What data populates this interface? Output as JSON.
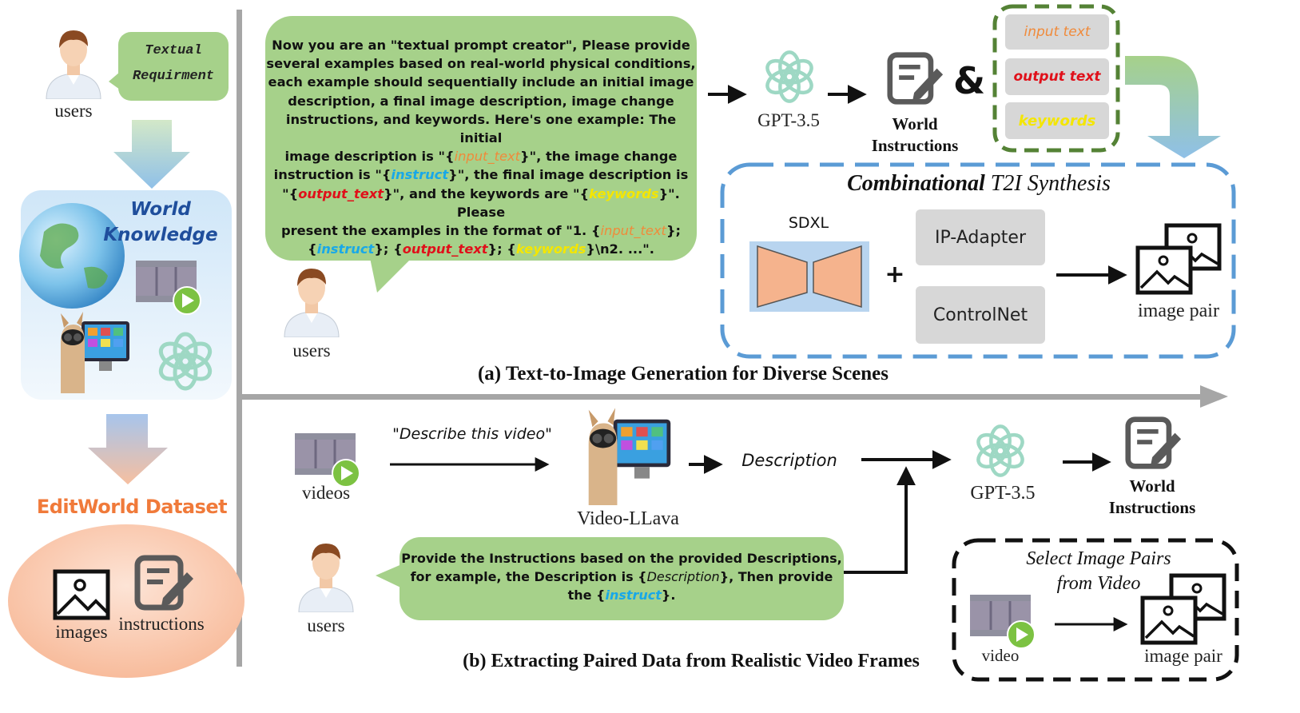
{
  "colors": {
    "bubble": "#a6d18a",
    "blue_dash": "#5b9bd5",
    "green_dash": "#548235",
    "gray_box": "#d7d7d7",
    "dataset_title": "#f07a3a",
    "sdxl_fill": "#f5b38d",
    "sdxl_bg": "#b8d4ef"
  },
  "icons": {
    "user": "user-avatar-icon",
    "gpt": "openai-logo-icon",
    "instructions": "edit-document-icon",
    "video": "video-clip-icon",
    "image": "image-icon",
    "image_pair": "image-pair-icon",
    "llama": "llama-computer-icon",
    "globe": "globe-icon"
  },
  "left_panel": {
    "user_label": "users",
    "requirement_line1": "Textual",
    "requirement_line2": "Requirment",
    "world_knowledge_line1": "World",
    "world_knowledge_line2": "Knowledge",
    "dataset_title": "EditWorld Dataset",
    "images_label": "images",
    "instructions_label": "instructions"
  },
  "top_section": {
    "prompt": {
      "line1": "Now you are an \"textual prompt creator\", Please provide",
      "line2": "several examples based on real-world physical conditions,",
      "line3": "each example should sequentially include an initial image",
      "line4": "description, a final image description, image change",
      "line5": "instructions, and keywords. Here's one example: The initial",
      "line6_a": "image description is \"{",
      "line6_b": "input_text",
      "line6_c": "}\", the image change",
      "line7_a": "instruction is \"{",
      "line7_b": "instruct",
      "line7_c": "}\", the final image description is",
      "line8_a": "\"{",
      "line8_b": "output_text",
      "line8_c": "}\", and the keywords are \"{",
      "line8_d": "keywords",
      "line8_e": "}\". Please",
      "line9_a": "present the examples in the format of \"1. {",
      "line9_b": "input_text",
      "line9_c": "};",
      "line10_a": "{",
      "line10_b": "instruct",
      "line10_c": "}; {",
      "line10_d": "output_text",
      "line10_e": "}; {",
      "line10_f": "keywords",
      "line10_g": "}\\n2. ...\"."
    },
    "user_label": "users",
    "gpt_label": "GPT-3.5",
    "world_instructions_line1": "World",
    "world_instructions_line2": "Instructions",
    "ampersand": "&",
    "outputs": [
      "input text",
      "output text",
      "keywords"
    ],
    "synthesis_title_bold": "Combinational",
    "synthesis_title_rest": " T2I Synthesis",
    "sdxl_label": "SDXL",
    "plus": "+",
    "ip_adapter": "IP-Adapter",
    "controlnet": "ControlNet",
    "image_pair_label": "image pair",
    "caption": "(a) Text-to-Image Generation for Diverse Scenes"
  },
  "bottom_section": {
    "videos_label": "videos",
    "describe_quote": "\"Describe this video\"",
    "video_llava_label": "Video-LLava",
    "description_label": "Description",
    "gpt_label": "GPT-3.5",
    "world_instructions_line1": "World",
    "world_instructions_line2": "Instructions",
    "user_label": "users",
    "prompt": {
      "line1": "Provide the Instructions based on the provided Descriptions,",
      "line2_a": "for example, the Description is {",
      "line2_b": "Description",
      "line2_c": "}, Then provide",
      "line3_a": "the {",
      "line3_b": "instruct",
      "line3_c": "}."
    },
    "select_line1": "Select Image Pairs",
    "select_line2": "from Video",
    "video_label": "video",
    "image_pair_label": "image pair",
    "caption": "(b) Extracting Paired Data from Realistic Video Frames"
  }
}
